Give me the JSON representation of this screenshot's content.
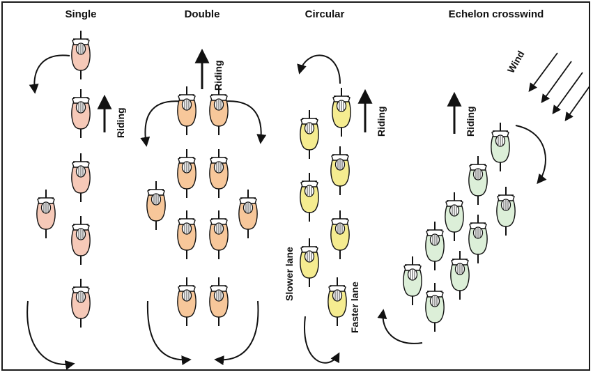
{
  "titles": {
    "single": "Single",
    "double": "Double",
    "circular": "Circular",
    "echelon": "Echelon crosswind"
  },
  "labels": {
    "riding": "Riding",
    "wind": "Wind",
    "slower_lane": "Slower lane",
    "faster_lane": "Faster lane"
  },
  "colors": {
    "single": "#f6c9b8",
    "double": "#f7c79a",
    "circular": "#f5ec90",
    "echelon": "#dcefd8",
    "outline": "#1a1a1a",
    "helmet": "#ffffff"
  }
}
